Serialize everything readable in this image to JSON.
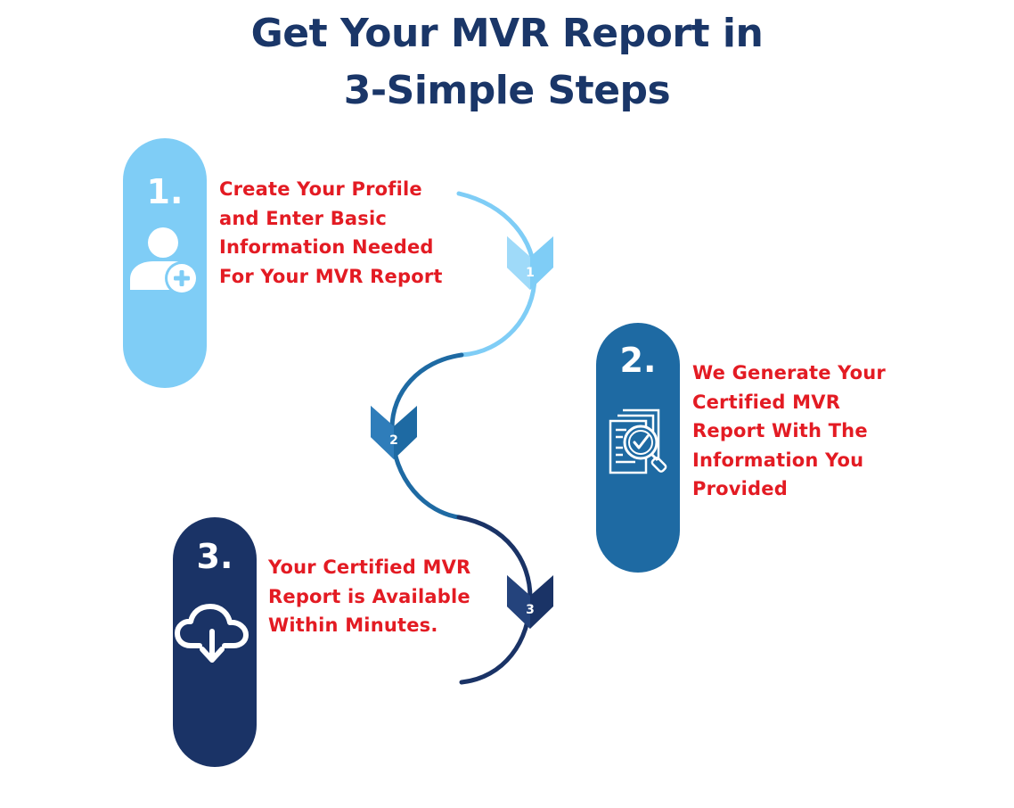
{
  "title": {
    "line1": "Get Your MVR Report in",
    "line2": "3-Simple Steps"
  },
  "colors": {
    "title": "#1a3668",
    "step_text": "#e31b23",
    "step1": "#7fcdf6",
    "step2": "#1e6aa3",
    "step3": "#1a3366"
  },
  "steps": [
    {
      "number": "1.",
      "marker": "1",
      "icon": "user-add-icon",
      "text_lines": [
        "Create Your Profile",
        "and Enter Basic",
        "Information Needed",
        "For Your MVR Report"
      ]
    },
    {
      "number": "2.",
      "marker": "2",
      "icon": "document-search-icon",
      "text_lines": [
        "We Generate Your",
        "Certified  MVR",
        "Report With The",
        "Information You",
        "Provided"
      ]
    },
    {
      "number": "3.",
      "marker": "3",
      "icon": "cloud-download-icon",
      "text_lines": [
        "Your Certified MVR",
        "Report is Available",
        "Within Minutes."
      ]
    }
  ]
}
